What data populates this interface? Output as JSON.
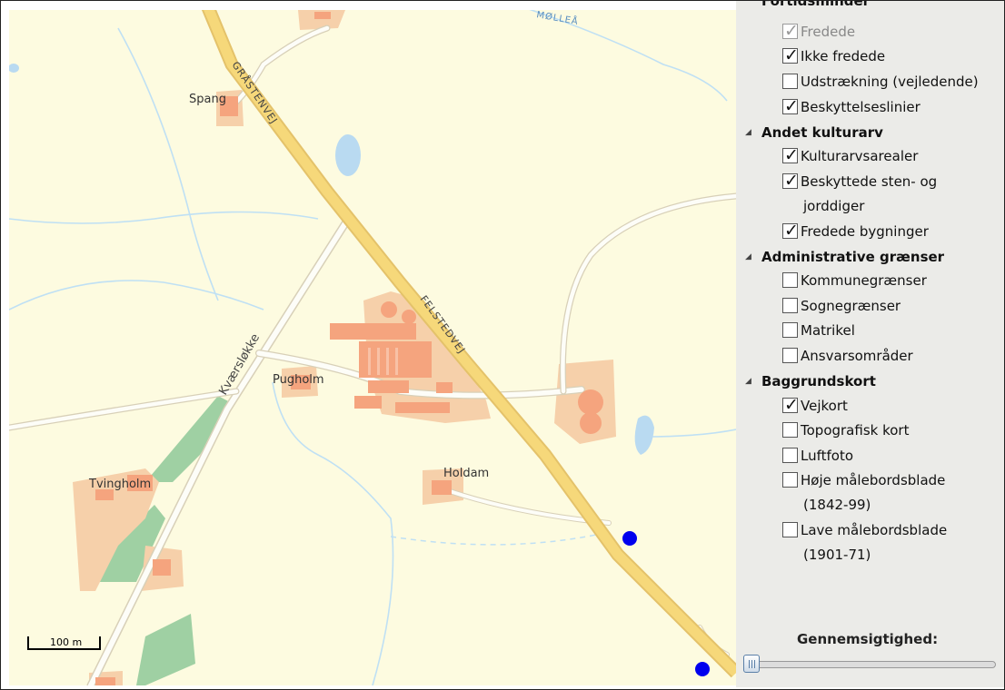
{
  "map": {
    "place_labels": {
      "spang": "Spang",
      "pugholm": "Pugholm",
      "holdam": "Holdam",
      "tvingholm": "Tvingholm"
    },
    "road_labels": {
      "graastenvej": "GRÅSTENVEJ",
      "felstedvej": "FELSTEDVEJ",
      "kvaerslokke": "Kværsløkke",
      "mollea": "MØLLEÅ"
    },
    "scale_bar": "100 m",
    "colors": {
      "background": "#fdfbe0",
      "road_main": "#f6d87a",
      "road_minor": "#fdfdf8",
      "building": "#f5a47e",
      "farm_area": "#f6d0aa",
      "forest": "#9fd0a3",
      "water": "#b9daf1",
      "marker": "#0000ee"
    }
  },
  "layers_panel": {
    "partial_header": "Fortidsminder",
    "groups": [
      {
        "title": "Andet kulturarv"
      },
      {
        "title": "Administrative grænser"
      },
      {
        "title": "Baggrundskort"
      }
    ],
    "items": {
      "fredede": {
        "label": "Fredede",
        "checked": true,
        "disabled": true
      },
      "ikke_fredede": {
        "label": "Ikke fredede",
        "checked": true
      },
      "udstraekning": {
        "label": "Udstrækning (vejledende)",
        "checked": false
      },
      "beskyttelseslinier": {
        "label": "Beskyttelseslinier",
        "checked": true
      },
      "kulturarvsarealer": {
        "label": "Kulturarvsarealer",
        "checked": true
      },
      "beskyttede_sten": {
        "label": "Beskyttede sten- og",
        "label_cont": "jorddiger",
        "checked": true
      },
      "fredede_bygninger": {
        "label": "Fredede bygninger",
        "checked": true
      },
      "kommunegraenser": {
        "label": "Kommunegrænser",
        "checked": false
      },
      "sognegraenser": {
        "label": "Sognegrænser",
        "checked": false
      },
      "matrikel": {
        "label": "Matrikel",
        "checked": false
      },
      "ansvarsomraader": {
        "label": "Ansvarsområder",
        "checked": false
      },
      "vejkort": {
        "label": "Vejkort",
        "checked": true
      },
      "topografisk": {
        "label": "Topografisk kort",
        "checked": false
      },
      "luftfoto": {
        "label": "Luftfoto",
        "checked": false
      },
      "hoeje_maalebord": {
        "label": "Høje målebordsblade",
        "label_cont": "(1842-99)",
        "checked": false
      },
      "lave_maalebord": {
        "label": "Lave målebordsblade",
        "label_cont": "(1901-71)",
        "checked": false
      }
    },
    "opacity_label": "Gennemsigtighed:",
    "opacity_value": 0,
    "icons": {
      "checkmark": "check-icon",
      "expanded": "triangle-expanded-icon"
    }
  }
}
